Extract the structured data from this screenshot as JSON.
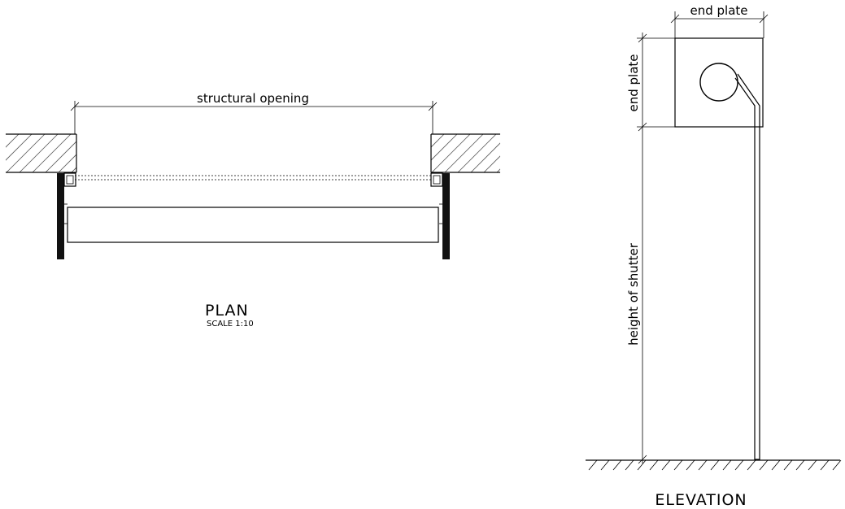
{
  "plan": {
    "title": "PLAN",
    "scale": "SCALE  1:10",
    "dimension_label": "structural opening"
  },
  "elevation": {
    "title": "ELEVATION",
    "end_plate_width_label": "end plate",
    "end_plate_height_label": "end plate",
    "height_label": "height of shutter"
  }
}
